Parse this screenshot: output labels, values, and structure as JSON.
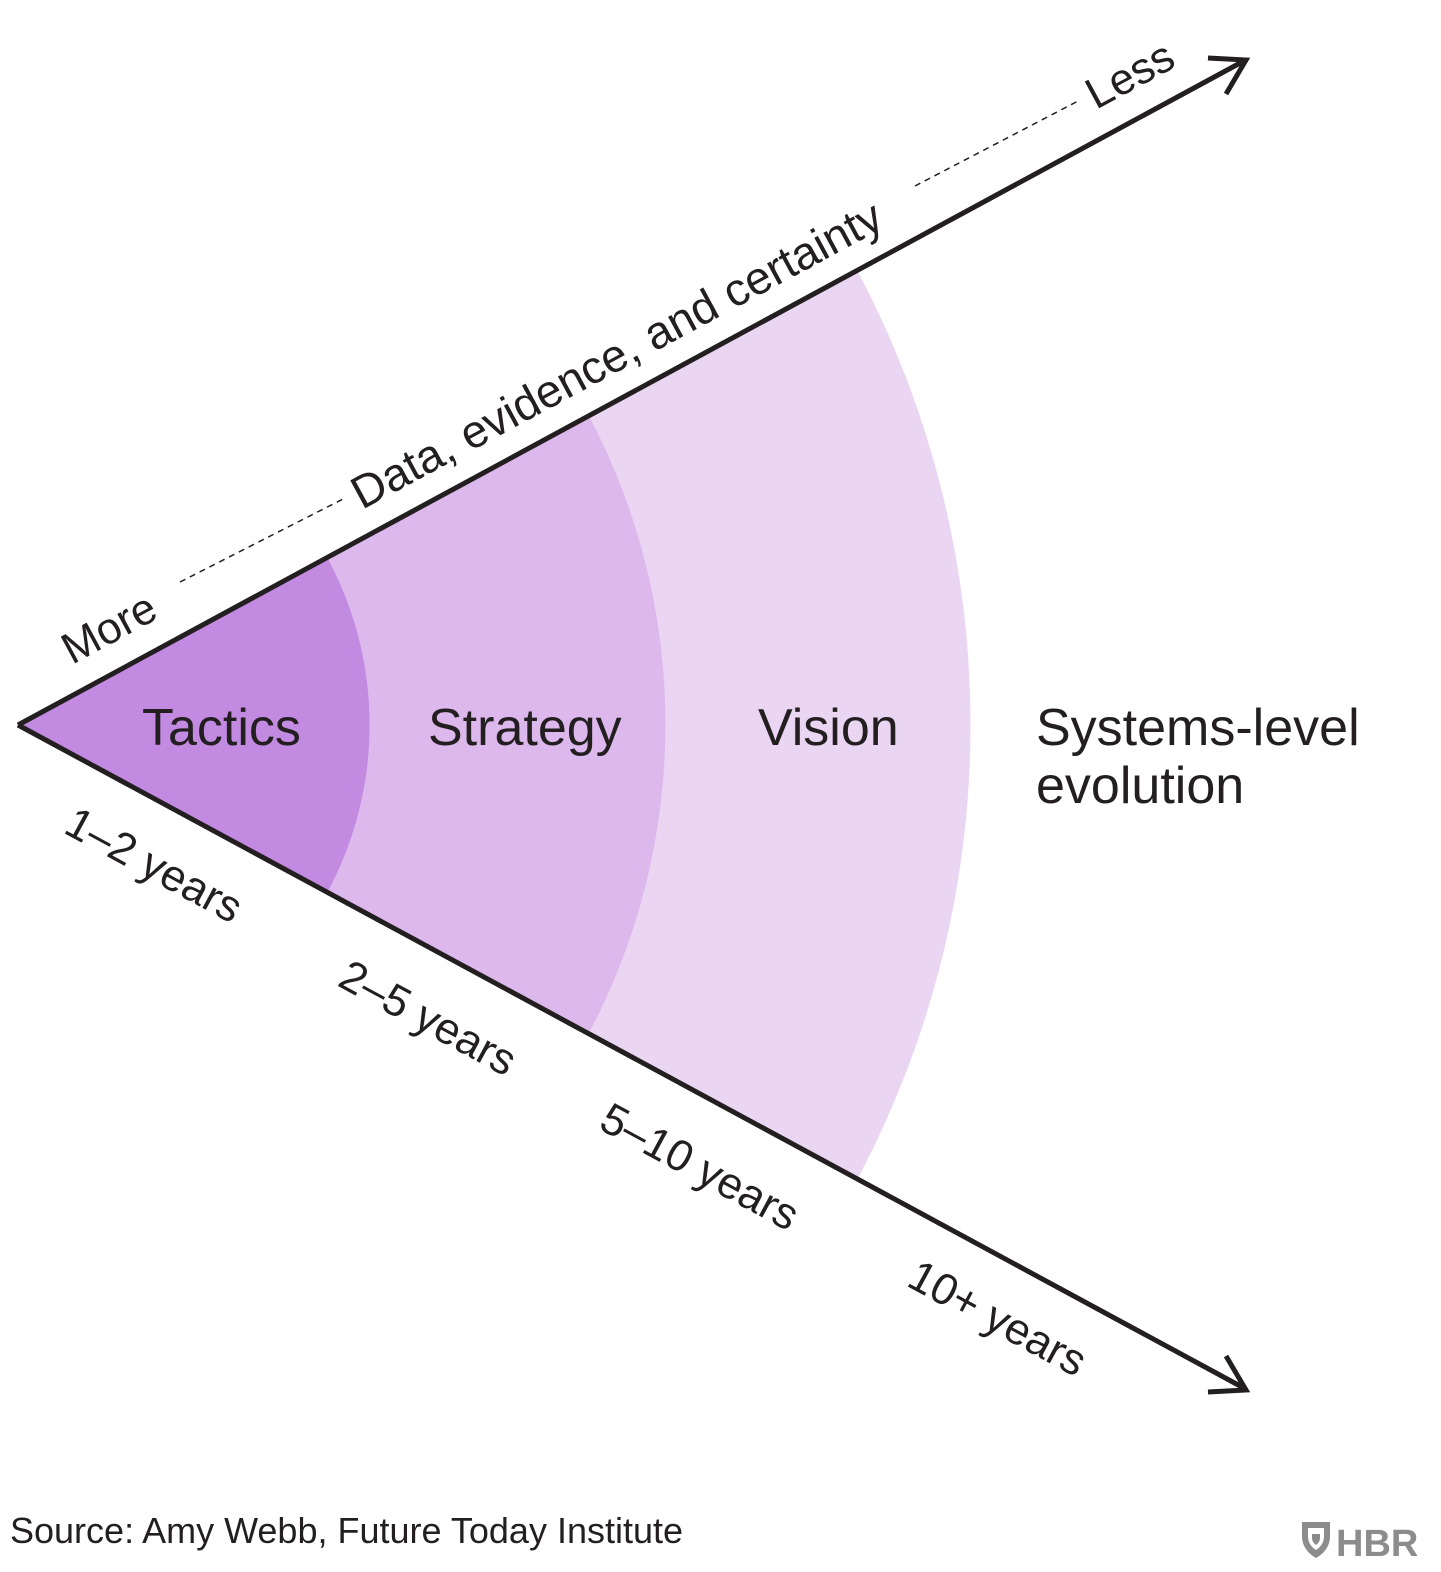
{
  "diagram": {
    "axis_label": "Data, evidence, and certainty",
    "axis_start": "More",
    "axis_end": "Less",
    "zones": [
      {
        "label": "Tactics",
        "horizon": "1–2 years",
        "color": "#c38ae2"
      },
      {
        "label": "Strategy",
        "horizon": "2–5 years",
        "color": "#ddb8ec"
      },
      {
        "label": "Vision",
        "horizon": "5–10 years",
        "color": "#ead6f2"
      },
      {
        "label_line1": "Systems-level",
        "label_line2": "evolution",
        "horizon": "10+ years",
        "color": "#ffffff"
      }
    ]
  },
  "source": "Source: Amy Webb, Future Today Institute",
  "brand": {
    "name": "HBR",
    "icon": "shield-icon"
  }
}
